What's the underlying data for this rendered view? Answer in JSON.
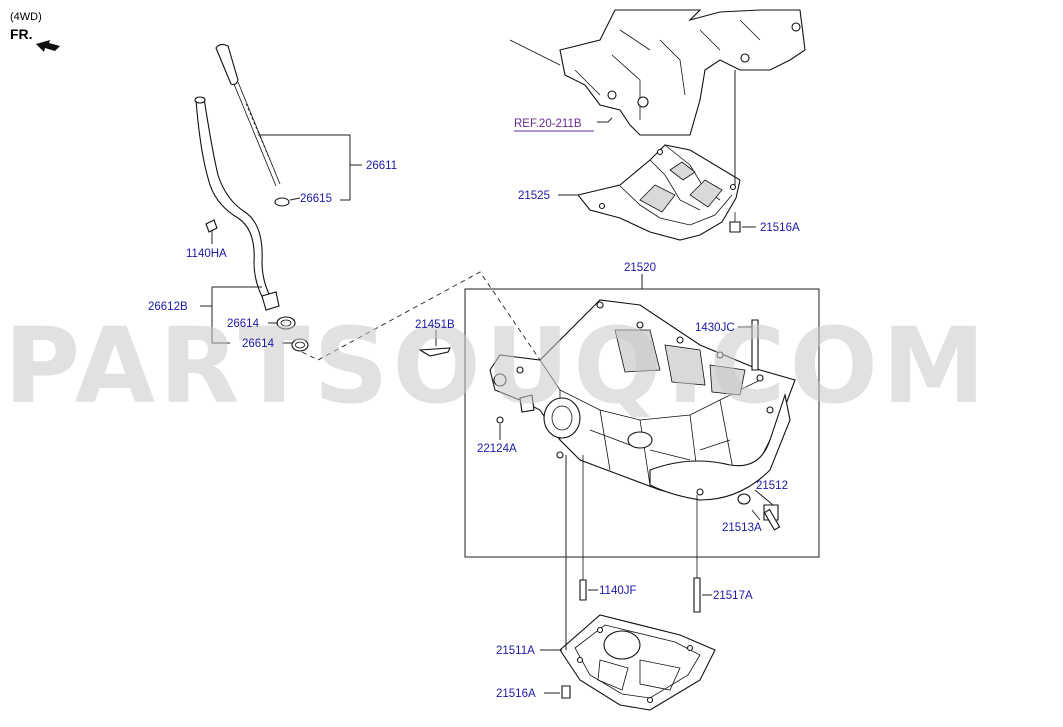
{
  "header": {
    "variant": "(4WD)",
    "direction": "FR."
  },
  "watermark": "PARTSOUQ.COM",
  "reference": "REF.20-211B",
  "labels": {
    "p26611": "26611",
    "p26615": "26615",
    "p1140ha": "1140HA",
    "p26612b": "26612B",
    "p26614a": "26614",
    "p26614b": "26614",
    "p21451b": "21451B",
    "p22124a": "22124A",
    "p21525": "21525",
    "p21516a_top": "21516A",
    "p21520": "21520",
    "p1430jc": "1430JC",
    "p21512": "21512",
    "p21513a": "21513A",
    "p1140jf": "1140JF",
    "p21517a": "21517A",
    "p21511a": "21511A",
    "p21516a_bottom": "21516A"
  }
}
